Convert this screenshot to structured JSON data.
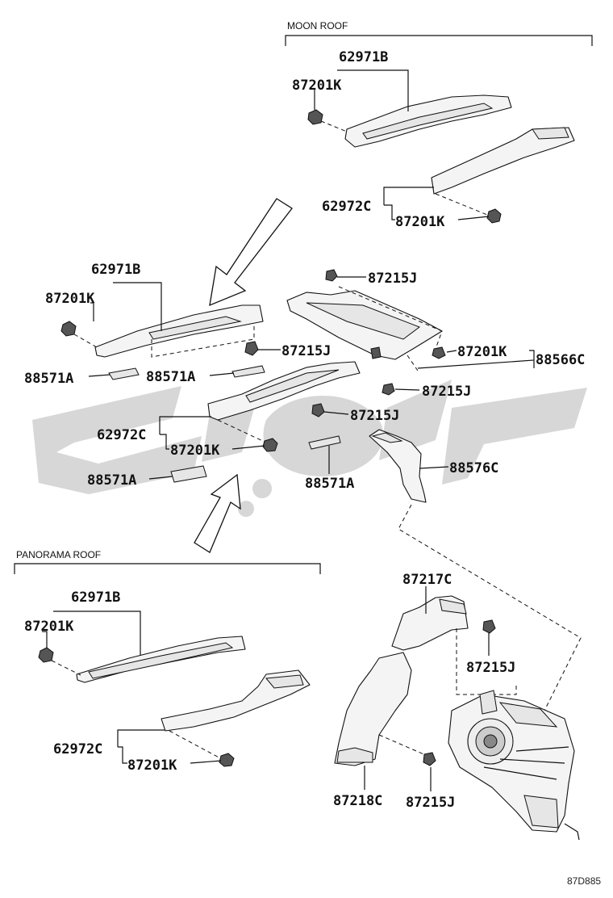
{
  "sections": {
    "moon_roof": "MOON ROOF",
    "panorama_roof": "PANORAMA ROOF"
  },
  "labels": {
    "moon_62971B": "62971B",
    "moon_87201K_top": "87201K",
    "moon_62972C": "62972C",
    "moon_87201K_right": "87201K",
    "std_62971B": "62971B",
    "std_87201K": "87201K",
    "std_87215J_center": "87215J",
    "std_87215J_top": "87215J",
    "std_87201K_right": "87201K",
    "std_88566C": "88566C",
    "std_87215J_mid": "87215J",
    "std_87215J_lower": "87215J",
    "std_88571A_left": "88571A",
    "std_88571A_mid": "88571A",
    "std_62972C": "62972C",
    "std_87201K_lower": "87201K",
    "std_88576C": "88576C",
    "std_88571A_bottom": "88571A",
    "std_88571A_right": "88571A",
    "pano_62971B": "62971B",
    "pano_87201K_left": "87201K",
    "pano_62972C": "62972C",
    "pano_87201K_right": "87201K",
    "duct_87217C": "87217C",
    "duct_87215J_upper": "87215J",
    "duct_87218C": "87218C",
    "duct_87215J_lower": "87215J"
  },
  "diagram_code": "87D885",
  "icons": [
    "clip-icon",
    "bolt-icon",
    "duct-part-icon",
    "blower-unit-icon",
    "direction-arrow-icon",
    "watermark-logo"
  ]
}
